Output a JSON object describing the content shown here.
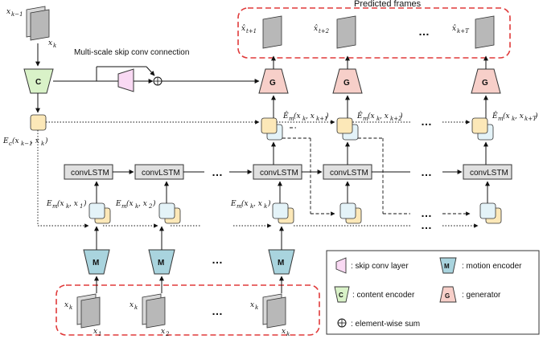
{
  "labels": {
    "predicted_frames": "Predicted frames",
    "skip_conn": "Multi-scale skip conv connection",
    "content_block": "C",
    "generator_block": "G",
    "motion_block": "M",
    "convlstm": "convLSTM",
    "ellipsis": "…",
    "x_km1": "x",
    "x_km1_sub": "k−1",
    "x_k": "x",
    "x_k_sub": "k",
    "ec_label": "E",
    "ec_sub": "c",
    "ec_args": "(x",
    "ec_args_sub": "k−1",
    "ec_args_rest": ", x",
    "ec_args_sub2": "k",
    "ec_args_end": ")",
    "pred": [
      {
        "sym": "x̂",
        "sub": "t+1"
      },
      {
        "sym": "x̂",
        "sub": "t+2"
      },
      {
        "sym": "x̂",
        "sub": "k+T"
      }
    ],
    "em_hat": [
      {
        "main": "Ê",
        "sub": "m",
        "args": "(x",
        "a1": "k",
        "mid": ", x",
        "a2": "k+1",
        "end": ")"
      },
      {
        "main": "Ê",
        "sub": "m",
        "args": "(x",
        "a1": "k",
        "mid": ", x",
        "a2": "k+2",
        "end": ")"
      },
      {
        "main": "Ê",
        "sub": "m",
        "args": "(x",
        "a1": "k",
        "mid": ", x",
        "a2": "k+T",
        "end": ")"
      }
    ],
    "em": [
      {
        "main": "E",
        "sub": "m",
        "args": "(x",
        "a1": "k",
        "mid": ", x",
        "a2": "1",
        "end": ")"
      },
      {
        "main": "E",
        "sub": "m",
        "args": "(x",
        "a1": "k",
        "mid": ", x",
        "a2": "2",
        "end": ")"
      },
      {
        "main": "E",
        "sub": "m",
        "args": "(x",
        "a1": "k",
        "mid": ", x",
        "a2": "k",
        "end": ")"
      }
    ],
    "inputs": [
      {
        "top": "x",
        "top_sub": "k",
        "bot": "x",
        "bot_sub": "1"
      },
      {
        "top": "x",
        "top_sub": "k",
        "bot": "x",
        "bot_sub": "2"
      },
      {
        "top": "x",
        "top_sub": "k",
        "bot": "x",
        "bot_sub": "k"
      }
    ]
  },
  "legend": {
    "skip": ": skip conv layer",
    "content": ": content encoder",
    "motion": ": motion encoder",
    "generator": ": generator",
    "sum": ": element-wise sum"
  },
  "colors": {
    "content": "#d9f2c8",
    "generator": "#f7cfc9",
    "motion": "#a9d4de",
    "skip": "#f9d9f3",
    "feat_yellow": "#fce8b8",
    "feat_blue": "#e4f3f8",
    "convlstm": "#e0e0e0",
    "frame": "#b8b8b8",
    "dashed_box": "#e03a3a"
  }
}
